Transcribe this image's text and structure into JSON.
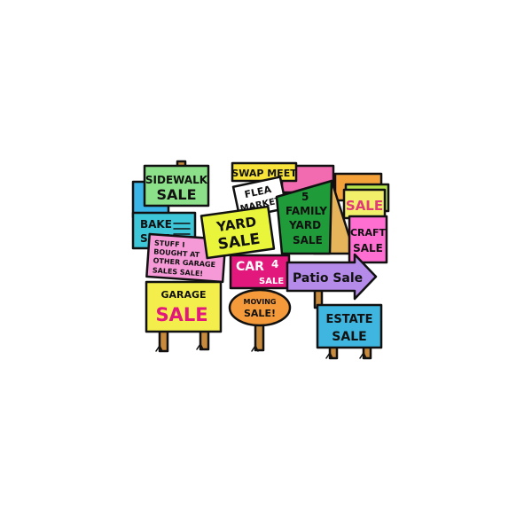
{
  "signs": {
    "sidewalk": {
      "line1": "SIDEWALK",
      "line2": "SALE",
      "color": "#8de08a"
    },
    "swap_meet": {
      "text": "SWAP MEET",
      "color": "#f7e33a"
    },
    "flea_market": {
      "line1": "FLEA",
      "line2": "MARKET",
      "color": "#ffffff"
    },
    "five_family": {
      "line1": "5",
      "line2": "FAMILY",
      "line3": "YARD",
      "line4": "SALE",
      "color": "#1f9b3a"
    },
    "sale_corner": {
      "text": "SALE",
      "color": "#f2ef6b",
      "text_color": "#e23a78"
    },
    "bake_sale": {
      "line1": "BAKE",
      "line2": "SALE",
      "color": "#3ec7d8"
    },
    "stuff": {
      "line1": "STUFF I",
      "line2": "BOUGHT AT",
      "line3": "OTHER GARAGE",
      "line4": "SALES SALE!",
      "color": "#f59ad6"
    },
    "yard_sale": {
      "line1": "YARD",
      "line2": "SALE",
      "color": "#e9f53a"
    },
    "craft_sale": {
      "line1": "CRAFT",
      "line2": "SALE",
      "color": "#ff6fd2"
    },
    "car_sale": {
      "word1": "CAR",
      "word2": "4",
      "word3": "SALE",
      "color": "#e2187d",
      "text_color": "#ffffff"
    },
    "patio_sale": {
      "text": "Patio Sale",
      "color": "#b48be8"
    },
    "garage_sale": {
      "line1": "GARAGE",
      "line2": "SALE",
      "color": "#f3ee4c",
      "text_color": "#e2187d"
    },
    "moving_sale": {
      "line1": "MOVING",
      "line2": "SALE!",
      "color": "#f49a3a"
    },
    "estate_sale": {
      "line1": "ESTATE",
      "line2": "SALE",
      "color": "#3fb6e0"
    }
  },
  "palette": {
    "outline": "#111111",
    "post": "#c88a3c",
    "back_pink": "#f26bb0",
    "back_orange": "#f5a23a",
    "back_blue": "#3bb4e8"
  }
}
